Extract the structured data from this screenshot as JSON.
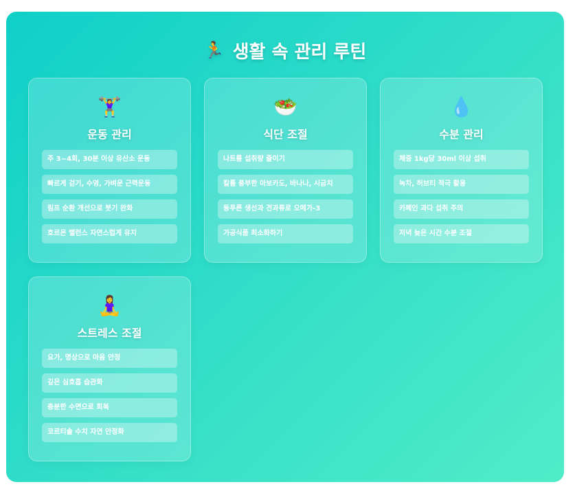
{
  "header": {
    "icon": "🏃",
    "icon_name": "running-person-icon",
    "title": "생활 속 관리 루틴"
  },
  "colors": {
    "gradient_start": "#0fd0c8",
    "gradient_end": "#50ecc8",
    "text": "#ffffff"
  },
  "cards": [
    {
      "icon": "🏋️‍♀️",
      "icon_name": "weightlifting-icon",
      "title": "운동 관리",
      "items": [
        "주 3~4회, 30분 이상 유산소 운동",
        "빠르게 걷기, 수영, 가벼운 근력운동",
        "림프 순환 개선으로 붓기 완화",
        "호르몬 밸런스 자연스럽게 유지"
      ]
    },
    {
      "icon": "🥗",
      "icon_name": "salad-icon",
      "title": "식단 조절",
      "items": [
        "나트륨 섭취량 줄이기",
        "칼륨 풍부한 아보카도, 바나나, 시금치",
        "등푸른 생선과 견과류로 오메가-3",
        "가공식품 최소화하기"
      ]
    },
    {
      "icon": "💧",
      "icon_name": "water-drop-icon",
      "title": "수분 관리",
      "items": [
        "체중 1kg당 30ml 이상 섭취",
        "녹차, 허브티 적극 활용",
        "카페인 과다 섭취 주의",
        "저녁 늦은 시간 수분 조절"
      ]
    },
    {
      "icon": "🧘‍♀️",
      "icon_name": "meditation-icon",
      "title": "스트레스 조절",
      "items": [
        "요가, 명상으로 마음 안정",
        "깊은 심호흡 습관화",
        "충분한 수면으로 회복",
        "코르티솔 수치 자연 안정화"
      ]
    }
  ]
}
